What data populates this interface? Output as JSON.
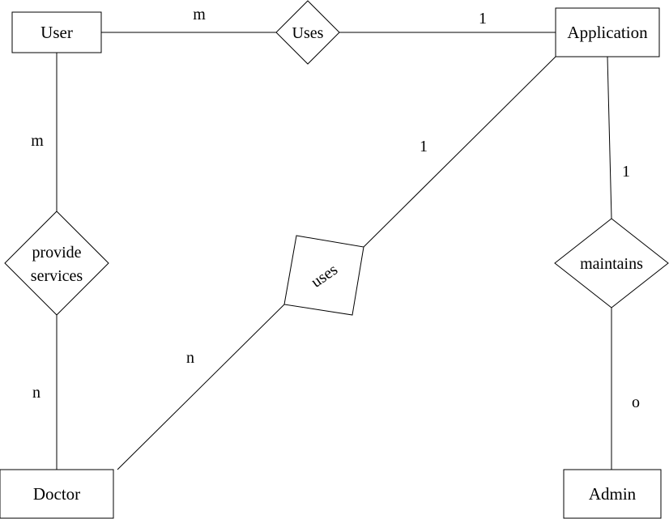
{
  "entities": {
    "user": "User",
    "application": "Application",
    "doctor": "Doctor",
    "admin": "Admin"
  },
  "relationships": {
    "uses_top": "Uses",
    "provide_services": [
      "provide",
      "services"
    ],
    "uses_mid": "uses",
    "maintains": "maintains"
  },
  "cardinalities": {
    "user_uses": "m",
    "uses_application": "1",
    "user_provide": "m",
    "provide_doctor": "n",
    "application_uses_mid": "1",
    "uses_mid_doctor": "n",
    "application_maintains": "1",
    "maintains_admin": "o"
  }
}
